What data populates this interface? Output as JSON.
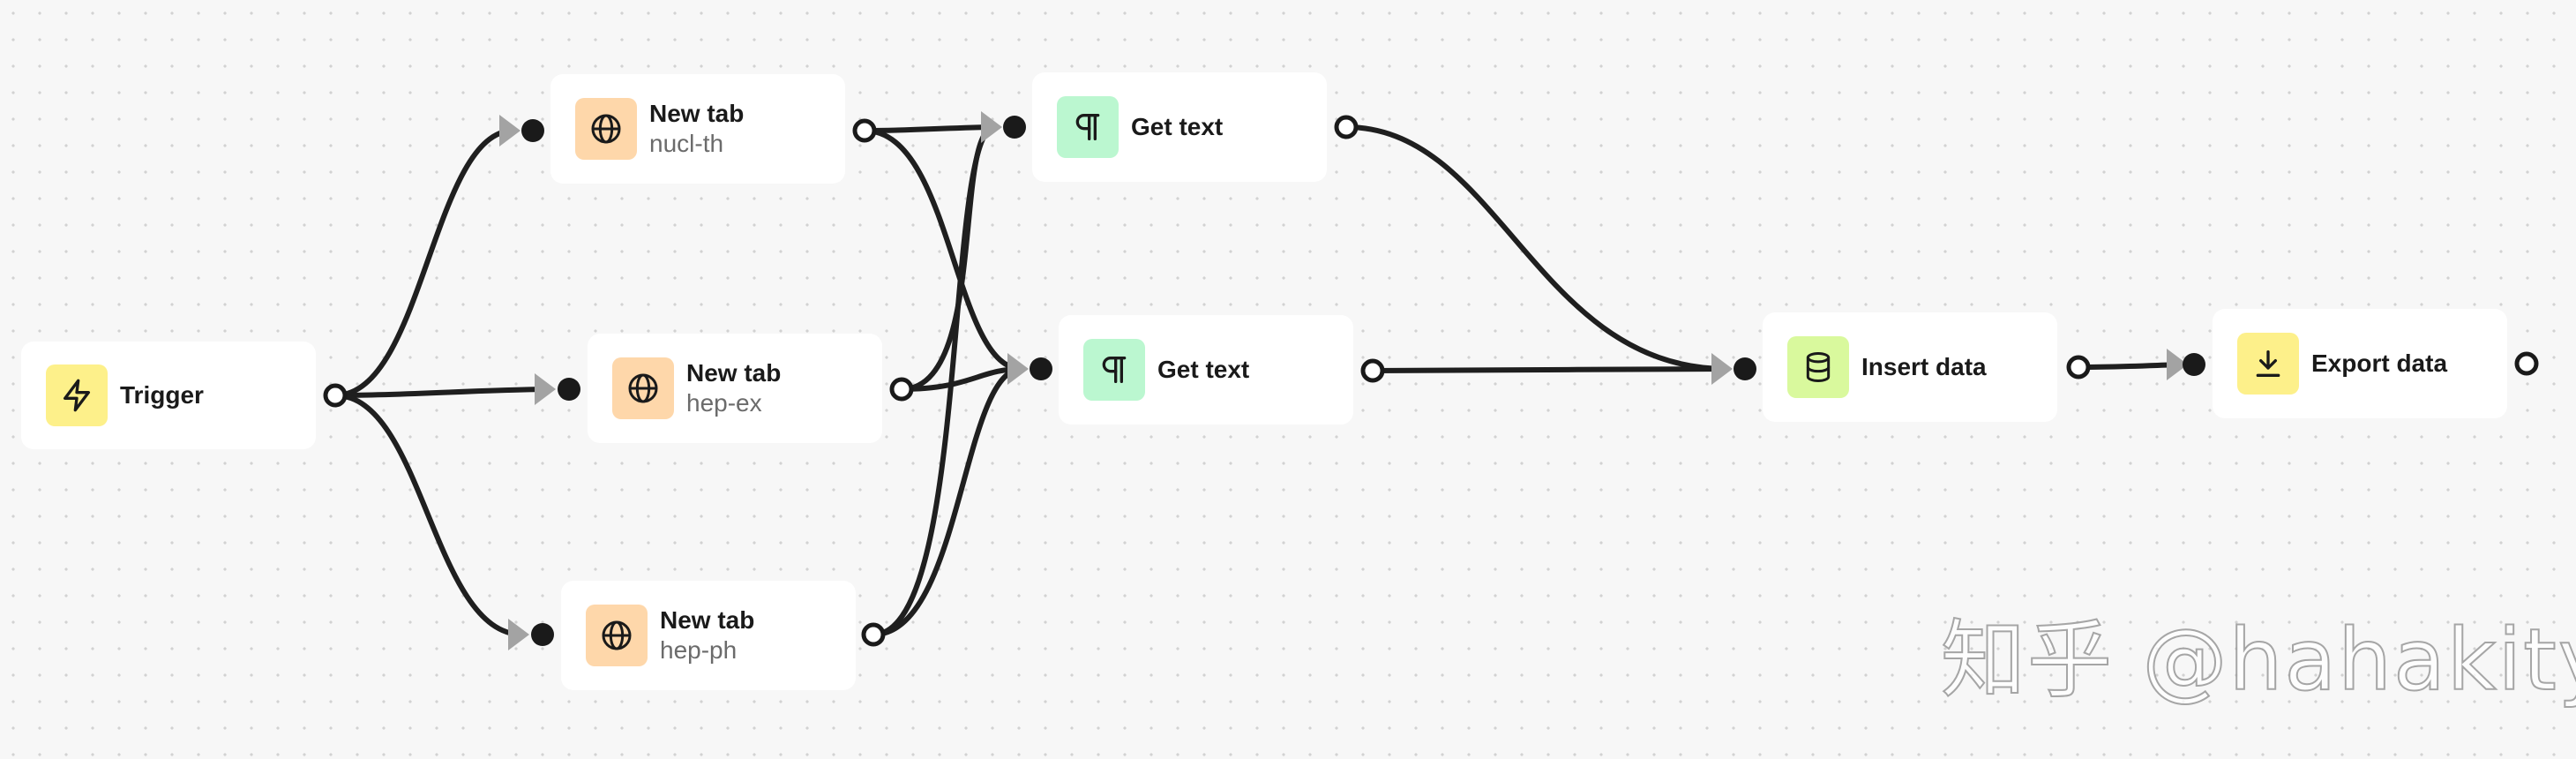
{
  "nodes": {
    "trigger": {
      "title": "Trigger",
      "icon": "bolt-icon"
    },
    "newtab1": {
      "title": "New tab",
      "subtitle": "nucl-th",
      "icon": "globe-icon"
    },
    "newtab2": {
      "title": "New tab",
      "subtitle": "hep-ex",
      "icon": "globe-icon"
    },
    "newtab3": {
      "title": "New tab",
      "subtitle": "hep-ph",
      "icon": "globe-icon"
    },
    "gettext1": {
      "title": "Get text",
      "icon": "paragraph-icon"
    },
    "gettext2": {
      "title": "Get text",
      "icon": "paragraph-icon"
    },
    "insert": {
      "title": "Insert data",
      "icon": "database-icon"
    },
    "export": {
      "title": "Export data",
      "icon": "download-icon"
    }
  },
  "colors": {
    "yellow": "#fdf08a",
    "orange": "#fed7aa",
    "green": "#bbf7d0",
    "lime": "#d9f99d",
    "edge": "#1f1f1f",
    "arrow": "#a3a3a3"
  },
  "watermark": "知乎 @hahakity"
}
